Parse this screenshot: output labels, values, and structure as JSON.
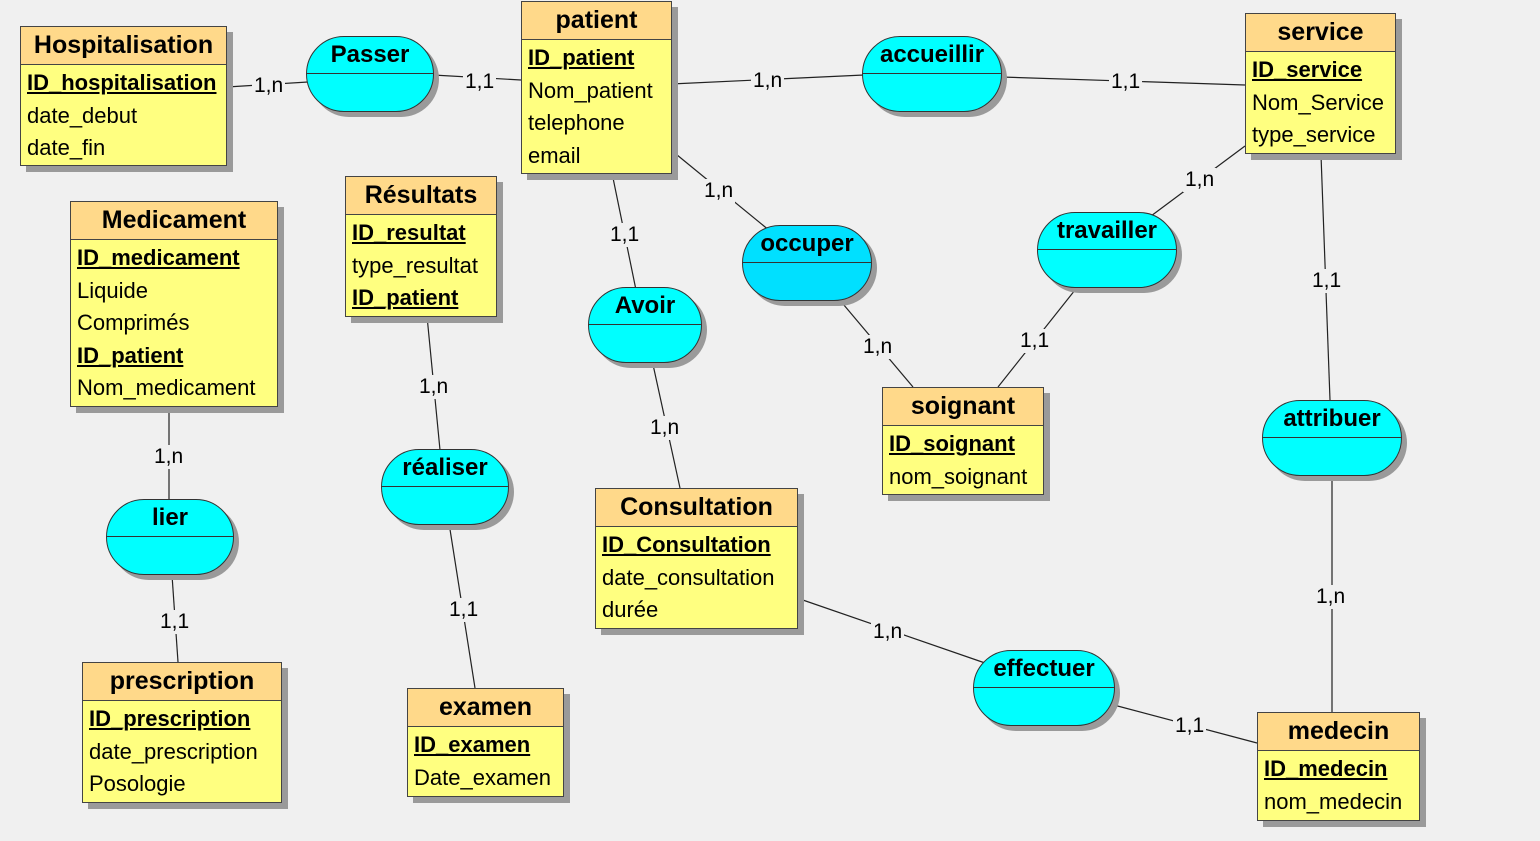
{
  "entities": {
    "hospitalisation": {
      "name": "Hospitalisation",
      "attrs": [
        "ID_hospitalisation",
        "date_debut",
        "date_fin"
      ]
    },
    "patient": {
      "name": "patient",
      "attrs": [
        "ID_patient",
        "Nom_patient",
        "telephone",
        "email"
      ]
    },
    "service": {
      "name": "service",
      "attrs": [
        "ID_service",
        "Nom_Service",
        "type_service"
      ]
    },
    "medicament": {
      "name": "Medicament",
      "attrs": [
        "ID_medicament",
        "Liquide",
        "Comprimés",
        "ID_patient",
        "Nom_medicament"
      ]
    },
    "resultats": {
      "name": "Résultats",
      "attrs": [
        "ID_resultat",
        "type_resultat",
        "ID_patient"
      ]
    },
    "soignant": {
      "name": "soignant",
      "attrs": [
        "ID_soignant",
        "nom_soignant"
      ]
    },
    "consultation": {
      "name": "Consultation",
      "attrs": [
        "ID_Consultation",
        "date_consultation",
        "durée"
      ]
    },
    "prescription": {
      "name": "prescription",
      "attrs": [
        "ID_prescription",
        "date_prescription",
        "Posologie"
      ]
    },
    "examen": {
      "name": "examen",
      "attrs": [
        "ID_examen",
        "Date_examen"
      ]
    },
    "medecin": {
      "name": "medecin",
      "attrs": [
        "ID_medecin",
        "nom_medecin"
      ]
    }
  },
  "associations": {
    "passer": "Passer",
    "accueillir": "accueillir",
    "occuper": "occuper",
    "travailler": "travailler",
    "avoir": "Avoir",
    "attribuer": "attribuer",
    "lier": "lier",
    "realiser": "réaliser",
    "effectuer": "effectuer"
  },
  "cardinalities": {
    "hosp_passer": "1,n",
    "passer_patient": "1,1",
    "patient_accueillir": "1,n",
    "accueillir_service": "1,1",
    "patient_occuper": "1,n",
    "patient_avoir": "1,1",
    "service_travailler": "1,n",
    "service_attribuer": "1,1",
    "occuper_soignant": "1,n",
    "travailler_soignant": "1,1",
    "resultats_realiser": "1,n",
    "medicament_lier": "1,n",
    "avoir_consultation": "1,n",
    "attribuer_medecin": "1,n",
    "lier_prescription": "1,1",
    "realiser_examen": "1,1",
    "consultation_effectuer": "1,n",
    "effectuer_medecin": "1,1"
  }
}
